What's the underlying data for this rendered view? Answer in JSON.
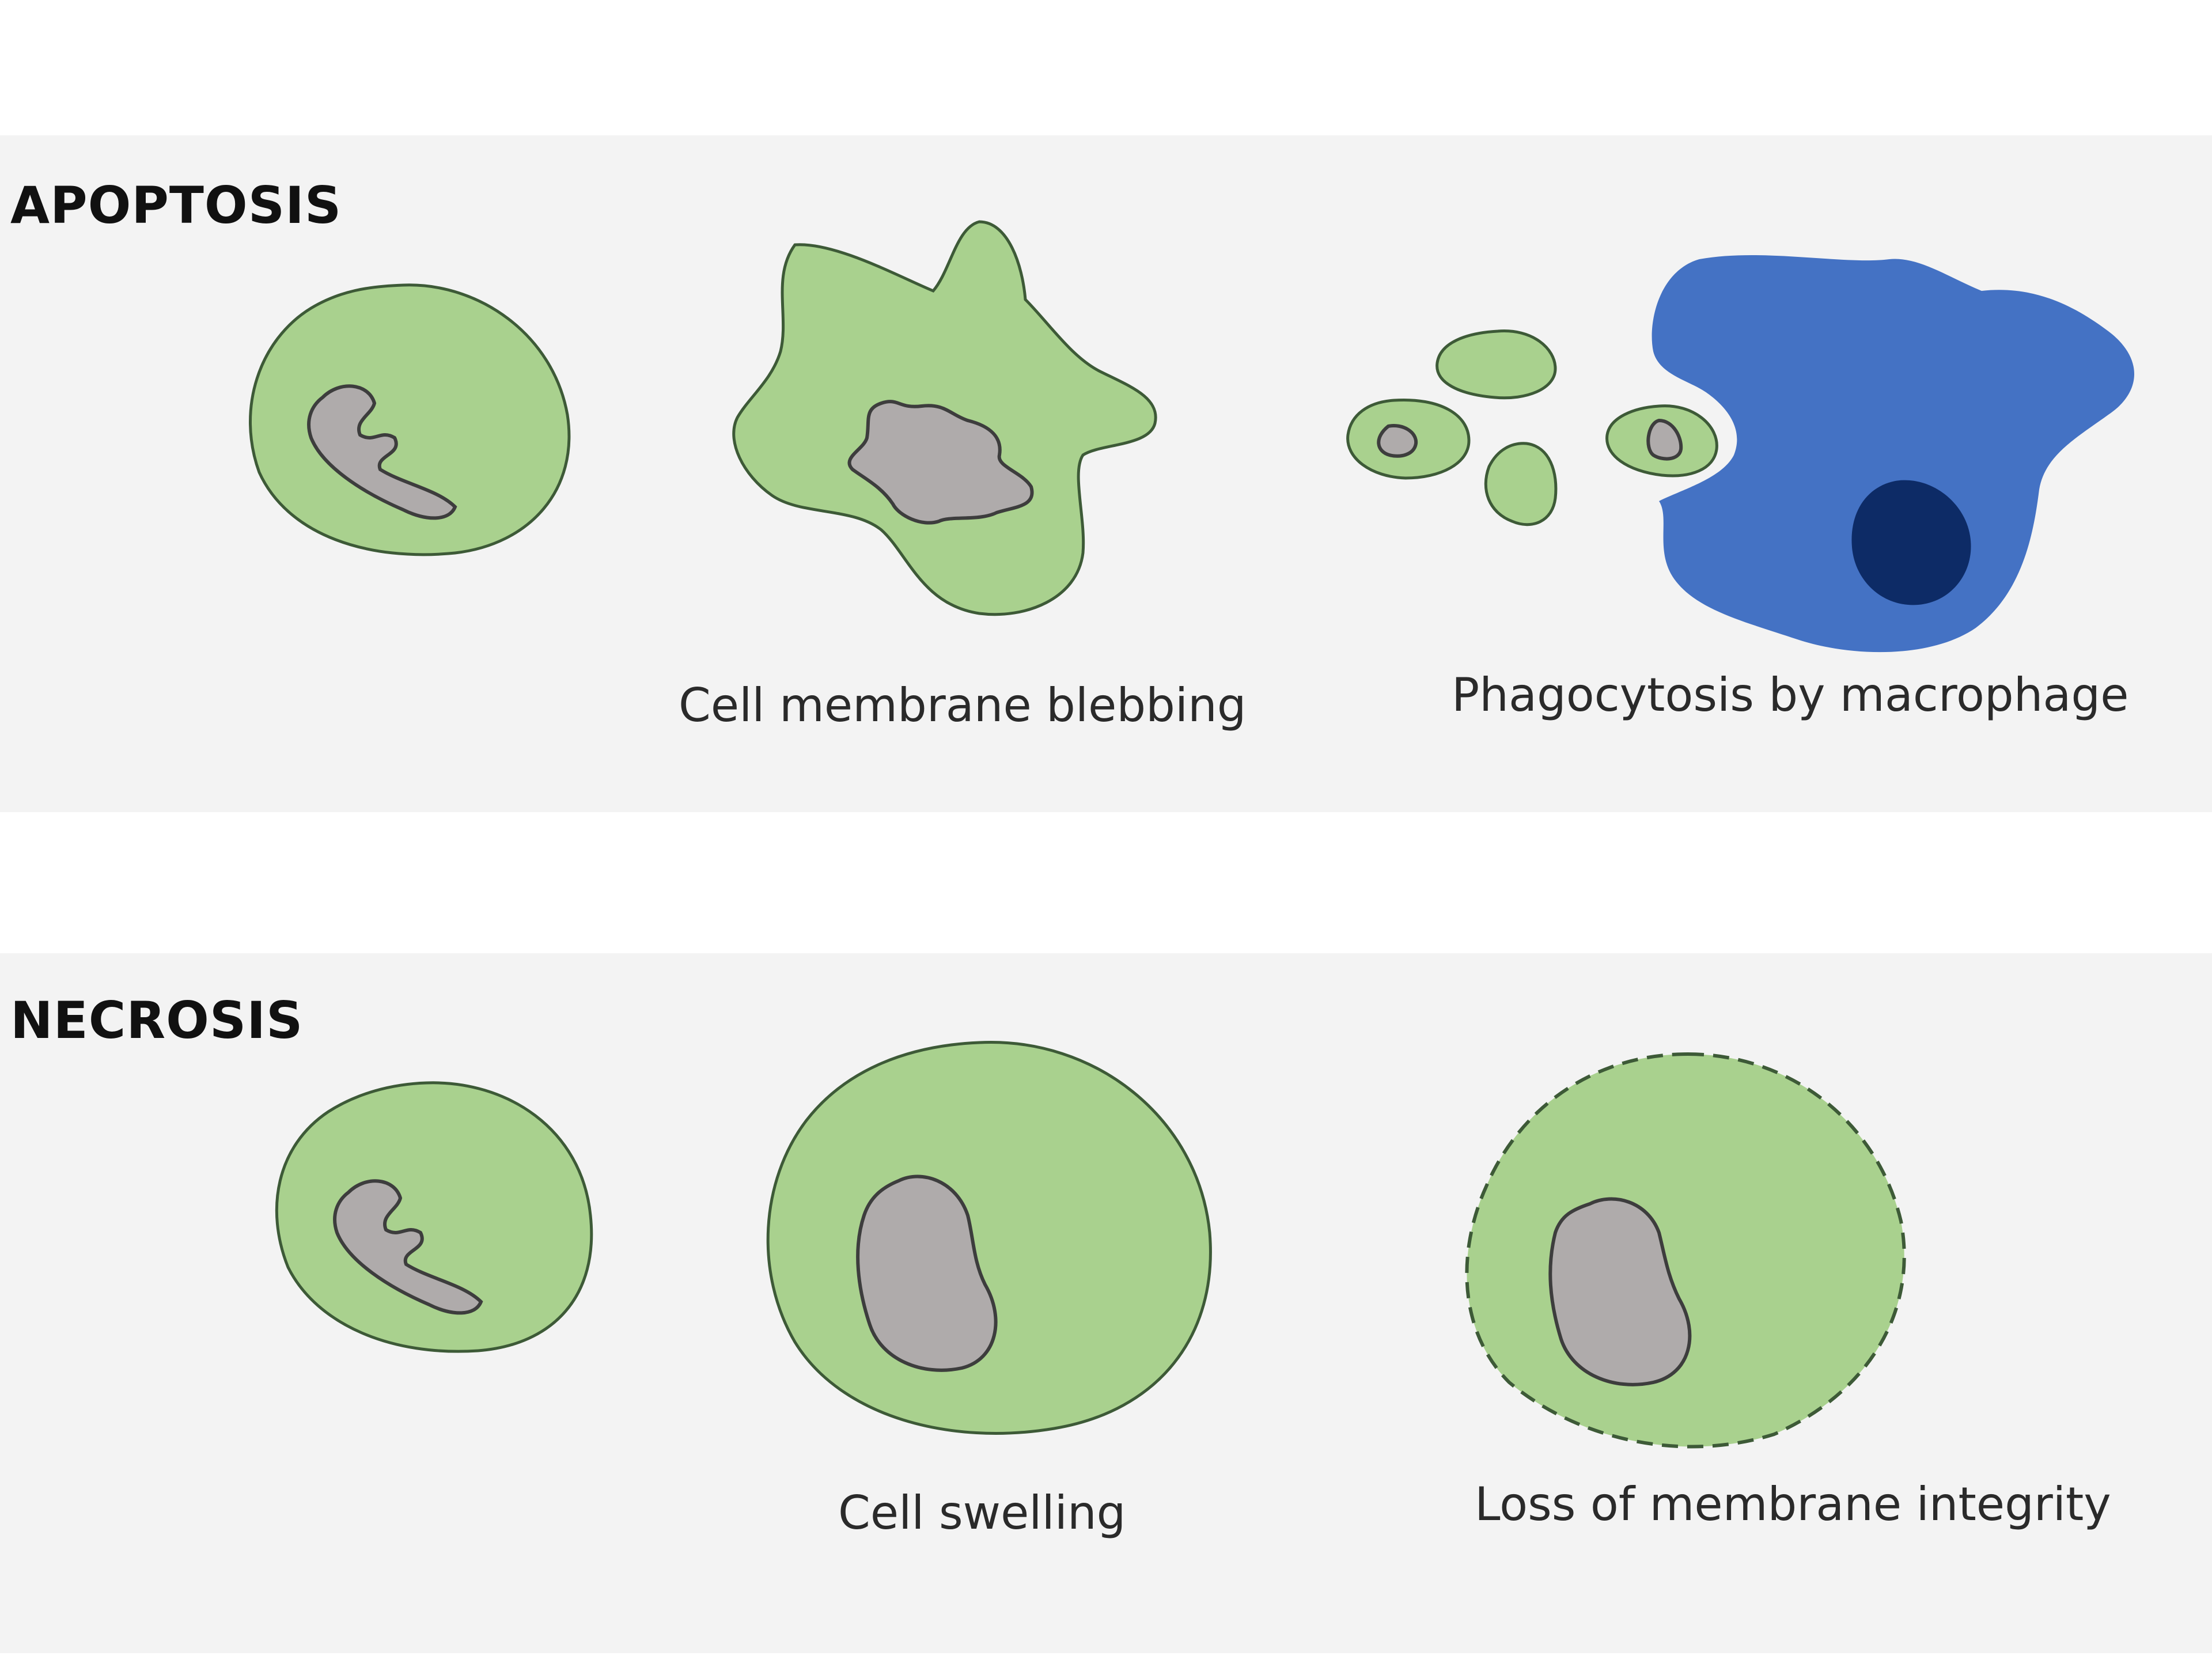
{
  "colors": {
    "cell_fill": "#a9d18e",
    "cell_stroke": "#3d5a37",
    "nucleus_fill": "#afabab",
    "macrophage_fill": "#4472c4",
    "macrophage_nucleus": "#0d2b66",
    "panel_bg": "#f3f3f3"
  },
  "apoptosis": {
    "title": "APOPTOSIS",
    "captions": {
      "blebbing": "Cell membrane blebbing",
      "phagocytosis": "Phagocytosis by macrophage"
    }
  },
  "necrosis": {
    "title": "NECROSIS",
    "captions": {
      "swelling": "Cell swelling",
      "membrane_loss": "Loss of membrane integrity"
    }
  }
}
